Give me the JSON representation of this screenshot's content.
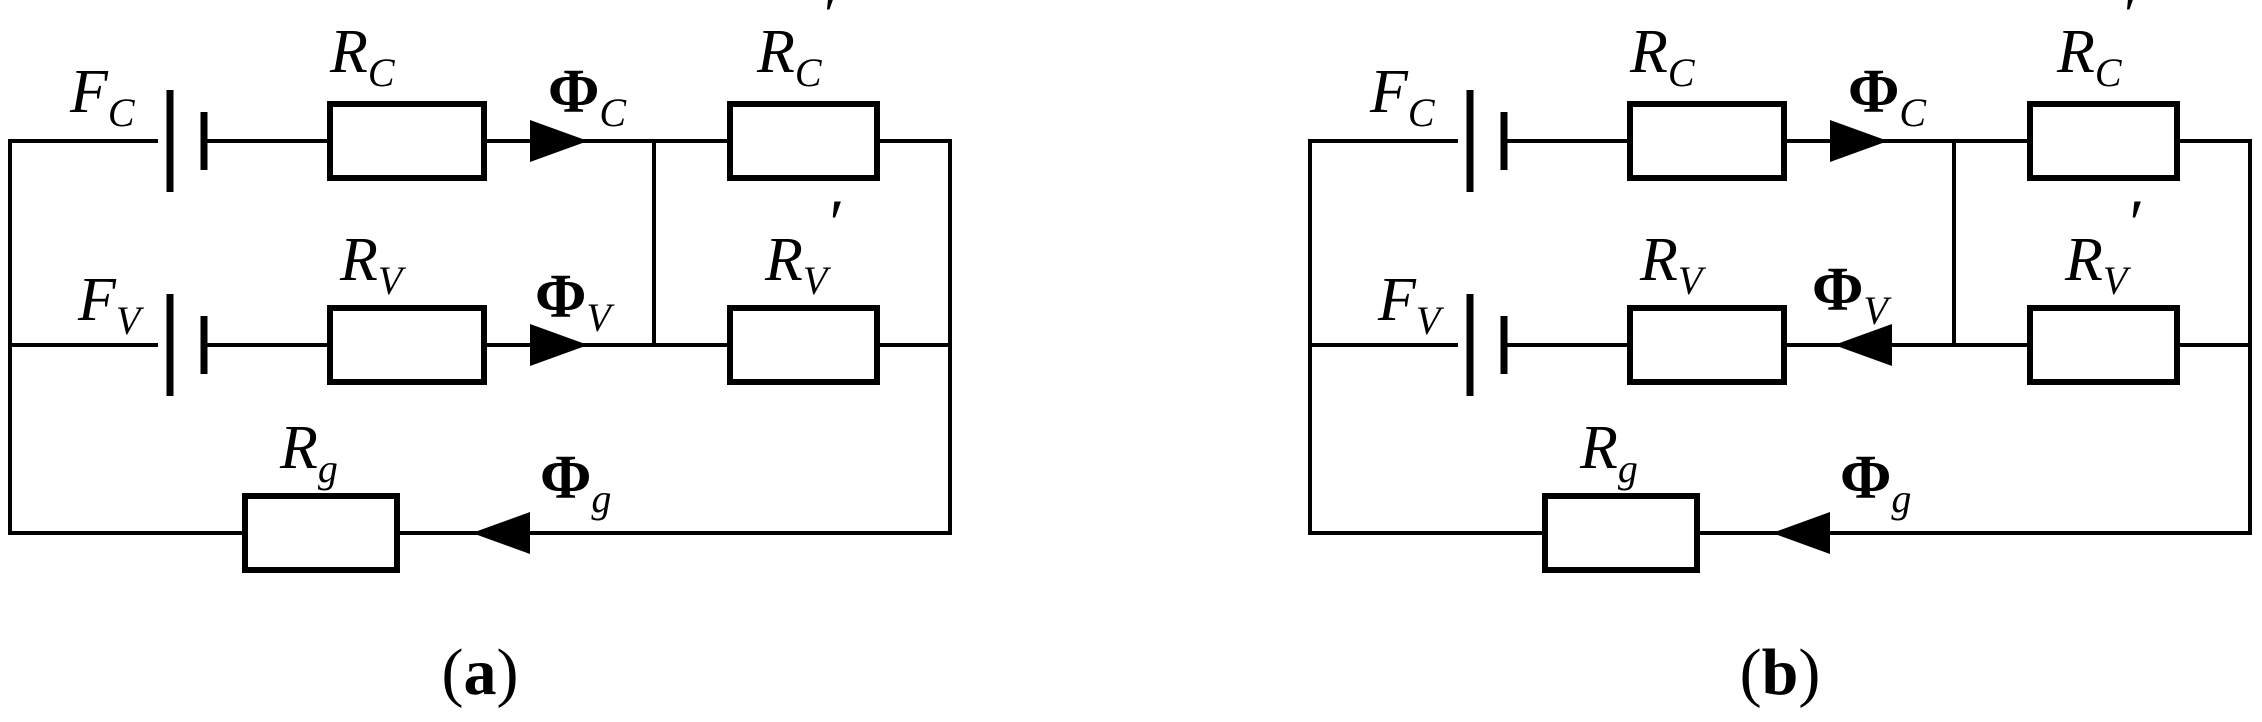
{
  "panels": [
    {
      "id": "a",
      "caption": {
        "open": "(",
        "letter": "a",
        "close": ")"
      },
      "labels": {
        "fc": {
          "main": "F",
          "sub": "C"
        },
        "rc": {
          "main": "R",
          "sub": "C"
        },
        "phic": {
          "main": "Φ",
          "sub": "C"
        },
        "rcp": {
          "main": "R",
          "sub": "C",
          "prime": "′"
        },
        "fv": {
          "main": "F",
          "sub": "V"
        },
        "rv": {
          "main": "R",
          "sub": "V"
        },
        "phiv": {
          "main": "Φ",
          "sub": "V"
        },
        "rvp": {
          "main": "R",
          "sub": "V",
          "prime": "′"
        },
        "rg": {
          "main": "R",
          "sub": "g"
        },
        "phig": {
          "main": "Φ",
          "sub": "g"
        }
      },
      "arrows": {
        "phi_c": "right",
        "phi_v": "right",
        "phi_g": "left"
      }
    },
    {
      "id": "b",
      "caption": {
        "open": "(",
        "letter": "b",
        "close": ")"
      },
      "labels": {
        "fc": {
          "main": "F",
          "sub": "C"
        },
        "rc": {
          "main": "R",
          "sub": "C"
        },
        "phic": {
          "main": "Φ",
          "sub": "C"
        },
        "rcp": {
          "main": "R",
          "sub": "C",
          "prime": "′"
        },
        "fv": {
          "main": "F",
          "sub": "V"
        },
        "rv": {
          "main": "R",
          "sub": "V"
        },
        "phiv": {
          "main": "Φ",
          "sub": "V"
        },
        "rvp": {
          "main": "R",
          "sub": "V",
          "prime": "′"
        },
        "rg": {
          "main": "R",
          "sub": "g"
        },
        "phig": {
          "main": "Φ",
          "sub": "g"
        }
      },
      "arrows": {
        "phi_c": "right",
        "phi_v": "left",
        "phi_g": "left"
      }
    }
  ]
}
